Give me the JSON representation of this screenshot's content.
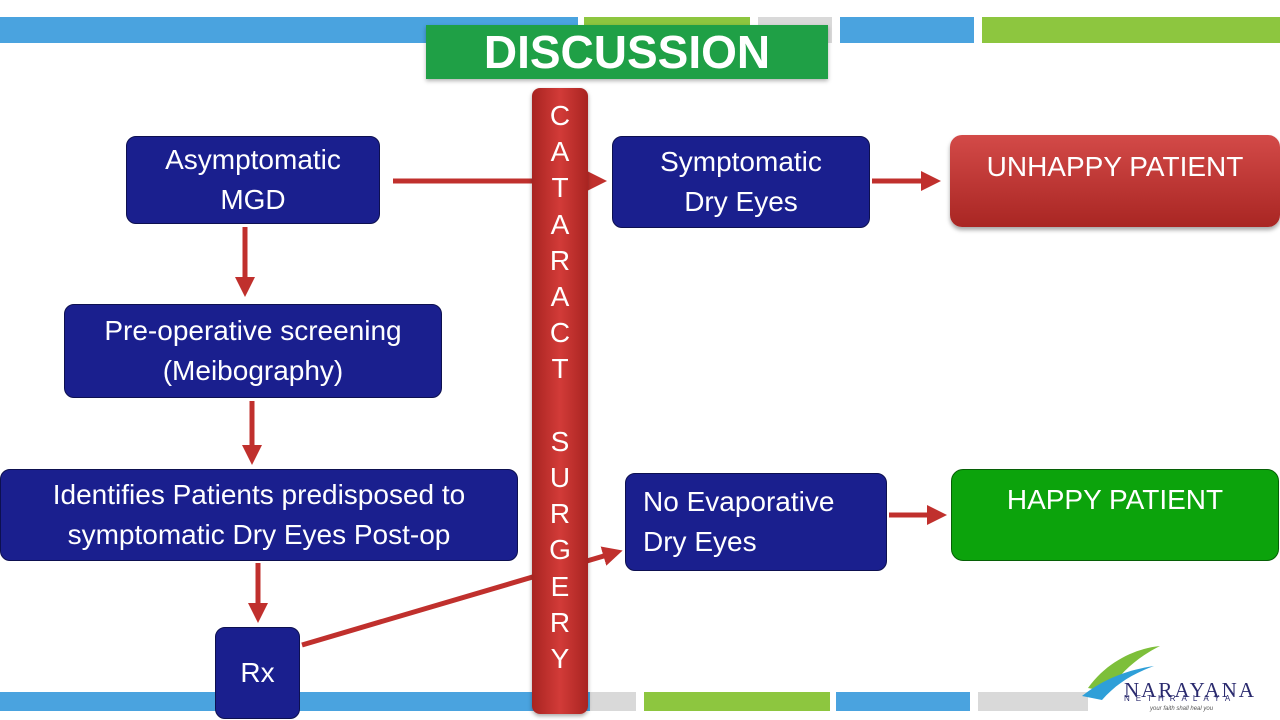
{
  "title": "DISCUSSION",
  "colors": {
    "navy_box": "#1a1f8e",
    "red_accent": "#c0302d",
    "green_box": "#0ca30c",
    "title_green": "#1fa046",
    "bar_blue": "#4aa3df",
    "bar_green": "#8dc63f",
    "bar_gray": "#d9d9d9"
  },
  "boxes": {
    "asymptomatic_mgd": [
      "Asymptomatic",
      "MGD"
    ],
    "preop_screening": [
      "Pre-operative screening",
      "(Meibography)"
    ],
    "identifies": [
      "Identifies Patients predisposed to",
      "symptomatic Dry Eyes Post-op"
    ],
    "rx": "Rx",
    "symptomatic_dry_eyes": [
      "Symptomatic",
      "Dry Eyes"
    ],
    "no_evaporative": [
      "No Evaporative",
      "Dry Eyes"
    ],
    "unhappy": "UNHAPPY PATIENT",
    "happy": "HAPPY PATIENT"
  },
  "cataract_surgery": [
    "C",
    "A",
    "T",
    "A",
    "R",
    "A",
    "C",
    "T",
    "",
    "S",
    "U",
    "R",
    "G",
    "E",
    "R",
    "Y"
  ],
  "logo": {
    "name": "NARAYANA",
    "sub": "NETHRALAYA",
    "tagline": "your faith shall heal you"
  }
}
